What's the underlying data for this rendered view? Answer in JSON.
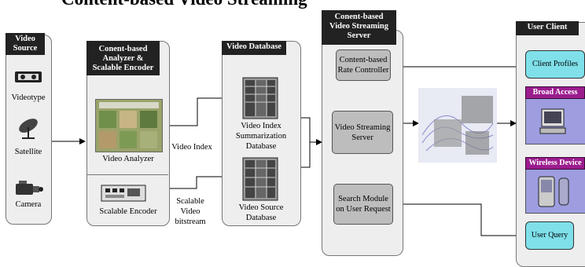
{
  "title": "Content-based Video Streaming",
  "video_source": {
    "header": "Video Source",
    "items": [
      "Videotype",
      "Satellite",
      "Camera"
    ]
  },
  "analyzer": {
    "header": "Conent-based Analyzer & Scalable Encoder",
    "video_analyzer": "Video Analyzer",
    "scalable_encoder": "Scalable Encoder"
  },
  "flow_labels": {
    "video_index": "Video Index",
    "scalable_bitstream": "Scalable Video bitstream"
  },
  "database": {
    "header": "Video Database",
    "index_db": "Video Index Summarization Database",
    "source_db": "Video Source Database"
  },
  "server": {
    "header": "Conent-based Video Streaming Server",
    "rate_controller": "Content-based Rate Controller",
    "streaming_server": "Video Streaming Server",
    "search_module": "Search Module on User Request"
  },
  "client": {
    "header": "User Client",
    "client_profiles": "Client Profiles",
    "broad_access": "Broad Access",
    "wireless_device": "Wireless Device",
    "user_query": "User Query"
  },
  "colors": {
    "header_bg": "#222222",
    "panel_bg": "#eeeeee",
    "server_box": "#bdbdbd",
    "client_box": "#7fe0ea",
    "client_header": "#9b1c8e"
  }
}
